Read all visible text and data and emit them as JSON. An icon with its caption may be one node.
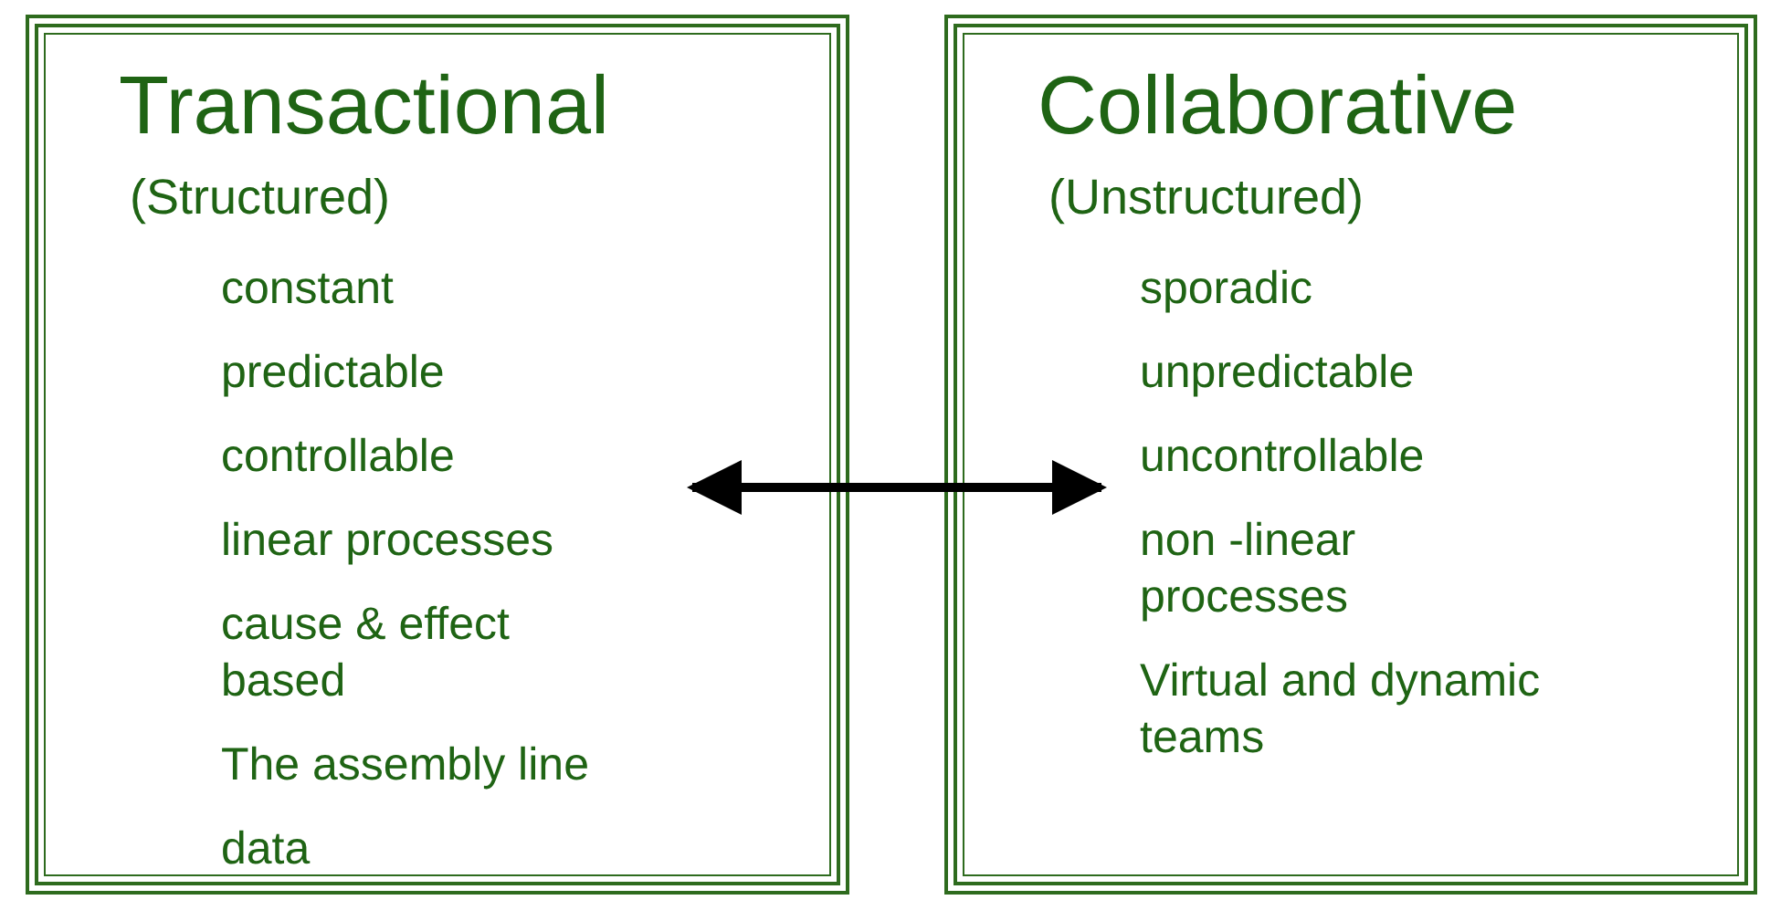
{
  "diagram": {
    "nodes": [
      {
        "text": [
          "Transactional",
          "(Structured)",
          "constant",
          "predictable",
          "controllable",
          "linear processes",
          "cause & effect based",
          "The assembly line",
          "data"
        ]
      },
      {
        "text": [
          "Collaborative",
          "(Unstructured)",
          "sporadic",
          "unpredictable",
          "uncontrollable",
          "non -linear processes",
          "Virtual and dynamic teams"
        ]
      }
    ],
    "edges": [
      {
        "from": 0,
        "to": 1,
        "arrow": "both"
      }
    ]
  }
}
